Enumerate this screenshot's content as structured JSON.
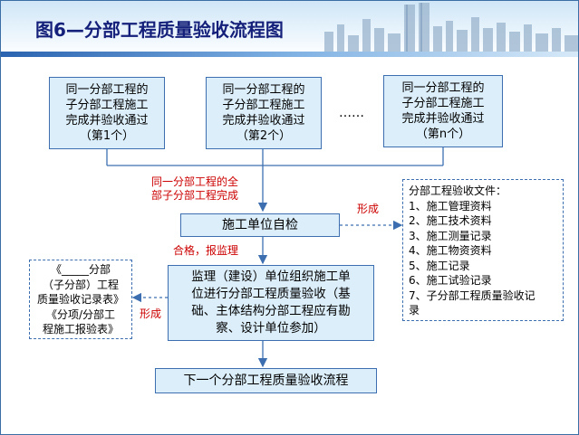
{
  "title": "图6—分部工程质量验收流程图",
  "sub_boxes": [
    {
      "text": "同一分部工程的\n子分部工程施工\n完成并验收通过\n（第1个）"
    },
    {
      "text": "同一分部工程的\n子分部工程施工\n完成并验收通过\n（第2个）"
    },
    {
      "text": "同一分部工程的\n子分部工程施工\n完成并验收通过\n（第n个）"
    }
  ],
  "ellipsis": "……",
  "note_all_complete": "同一分部工程的全\n部子分部工程完成",
  "self_check": "施工单位自检",
  "form_label_right": "形成",
  "form_label_left": "形成",
  "qualified_note": "合格，报监理",
  "supervision_box": "监理（建设）单位组织施工单\n位进行分部工程质量验收（基\n础、主体结构分部工程应有勘\n察、设计单位参加）",
  "next_flow": "下一个分部工程质量验收流程",
  "documents": {
    "heading": "分部工程验收文件：",
    "items": [
      "1、施工管理资料",
      "2、施工技术资料",
      "3、施工测量记录",
      "4、施工物资资料",
      "5、施工记录",
      "6、施工试验记录",
      "7、子分部工程质量验收记\n录"
    ]
  },
  "records": "《_____分部\n（子分部）工程\n质量验收记录表》\n《分项/分部工\n程施工报验表》"
}
